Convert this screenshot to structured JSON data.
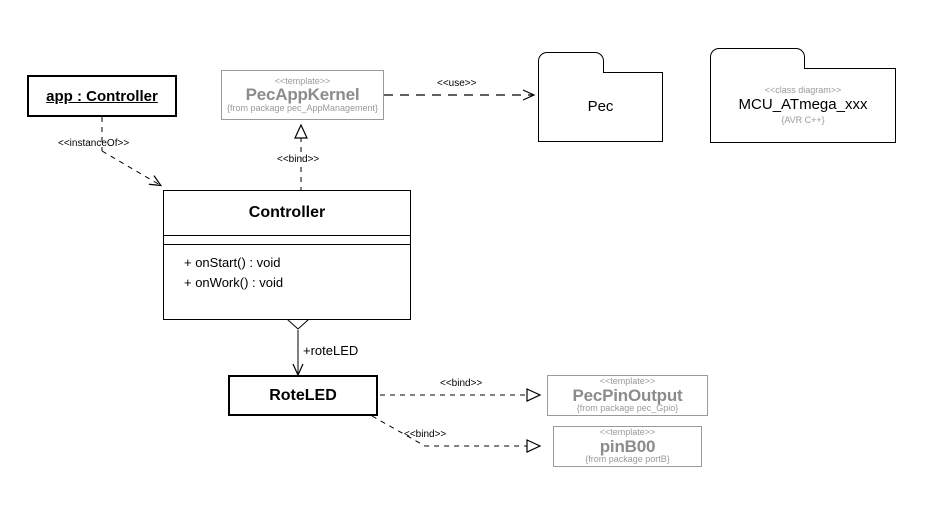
{
  "diagram": {
    "title": "UML class diagram",
    "background": "#ffffff",
    "line_color": "#000000",
    "template_color": "#8c8c8c",
    "template_border": "#9a9a9a"
  },
  "nodes": {
    "app_instance": {
      "name": "app : Controller"
    },
    "pec_app_kernel": {
      "stereotype": "<<template>>",
      "name": "PecAppKernel",
      "from": "{from package pec_AppManagement}"
    },
    "pec_package": {
      "name": "Pec"
    },
    "mcu_package": {
      "stereotype": "<<class diagram>>",
      "name": "MCU_ATmega_xxx",
      "note": "{AVR C++}"
    },
    "controller_class": {
      "name": "Controller",
      "attributes": [],
      "operations": [
        "+ onStart() : void",
        "+ onWork() : void"
      ]
    },
    "rote_led": {
      "name": "RoteLED"
    },
    "pec_pin_output": {
      "stereotype": "<<template>>",
      "name": "PecPinOutput",
      "from": "{from package pec_Gpio}"
    },
    "pin_b00": {
      "stereotype": "<<template>>",
      "name": "pinB00",
      "from": "{from package portB}"
    }
  },
  "edges": {
    "instance_of": {
      "label": "<<instanceOf>>",
      "from": "app_instance",
      "to": "controller_class",
      "style": "dashed",
      "arrow": "open"
    },
    "kernel_use_pec": {
      "label": "<<use>>",
      "from": "pec_app_kernel",
      "to": "pec_package",
      "style": "dashed",
      "arrow": "open"
    },
    "controller_bind_kernel": {
      "label": "<<bind>>",
      "from": "controller_class",
      "to": "pec_app_kernel",
      "style": "dashed",
      "arrow": "hollow-triangle"
    },
    "controller_has_roteled": {
      "label": "+roteLED",
      "from": "controller_class",
      "to": "rote_led",
      "style": "solid",
      "arrow": "open",
      "source_decoration": "hollow-diamond"
    },
    "roteled_bind_pinoutput": {
      "label": "<<bind>>",
      "from": "rote_led",
      "to": "pec_pin_output",
      "style": "dashed",
      "arrow": "hollow-triangle"
    },
    "roteled_bind_pinb00": {
      "label": "<<bind>>",
      "from": "rote_led",
      "to": "pin_b00",
      "style": "dashed",
      "arrow": "hollow-triangle"
    }
  }
}
